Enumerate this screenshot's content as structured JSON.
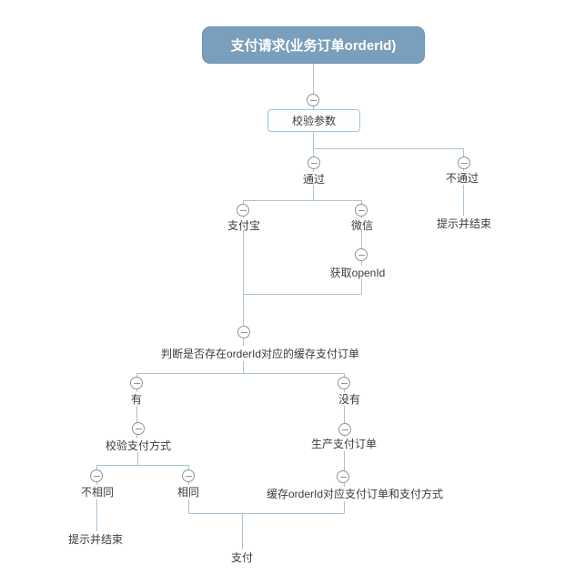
{
  "colors": {
    "root_fill": "#7A9FBC",
    "root_border": "#6D93B1",
    "root_text": "#FFFFFF",
    "box_fill": "#FDFEFF",
    "box_border": "#A6C3D9",
    "line": "#A9C4D6",
    "circle_border": "#8F9396",
    "text": "#3C3C3C",
    "bg": "#FFFFFF"
  },
  "nodes": [
    {
      "id": "root",
      "label": "支付请求(业务订单orderId)"
    },
    {
      "id": "validate-params",
      "label": "校验参数"
    },
    {
      "id": "pass",
      "label": "通过"
    },
    {
      "id": "fail",
      "label": "不通过"
    },
    {
      "id": "alipay",
      "label": "支付宝"
    },
    {
      "id": "wechat",
      "label": "微信"
    },
    {
      "id": "fail-end",
      "label": "提示并结束"
    },
    {
      "id": "get-openid",
      "label": "获取openId"
    },
    {
      "id": "check-cached-order",
      "label": "判断是否存在orderId对应的缓存支付订单"
    },
    {
      "id": "has",
      "label": "有"
    },
    {
      "id": "has-not",
      "label": "没有"
    },
    {
      "id": "verify-pay-method",
      "label": "校验支付方式"
    },
    {
      "id": "create-pay-order",
      "label": "生产支付订单"
    },
    {
      "id": "not-same",
      "label": "不相同"
    },
    {
      "id": "same",
      "label": "相同"
    },
    {
      "id": "cache-pay-order",
      "label": "缓存orderId对应支付订单和支付方式"
    },
    {
      "id": "notsame-end",
      "label": "提示并结束"
    },
    {
      "id": "pay",
      "label": "支付"
    }
  ]
}
